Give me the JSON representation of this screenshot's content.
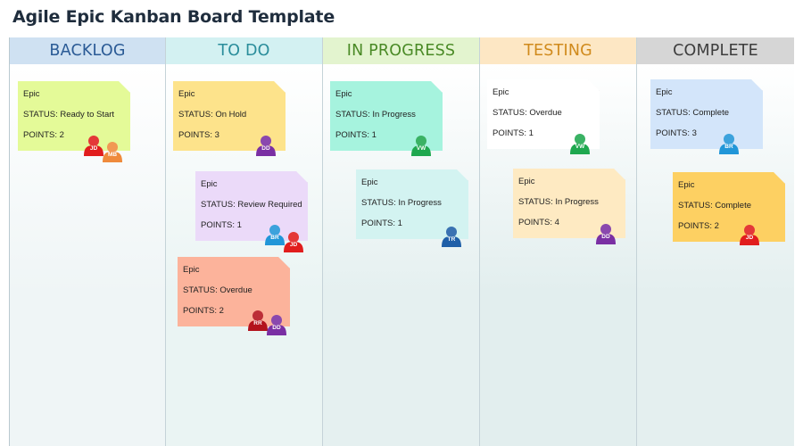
{
  "page": {
    "title": "Agile Epic Kanban Board Template"
  },
  "columns": [
    {
      "label": "BACKLOG",
      "header_bg": "#cfe1f2",
      "header_color": "#2a5a95",
      "body_bg": "#eff5f6"
    },
    {
      "label": "TO DO",
      "header_bg": "#d3f1f2",
      "header_color": "#2a8d9b",
      "body_bg": "#eaf4f3"
    },
    {
      "label": "IN PROGRESS",
      "header_bg": "#e3f4cf",
      "header_color": "#4a8a26",
      "body_bg": "#e5f0f0"
    },
    {
      "label": "TESTING",
      "header_bg": "#fde7c4",
      "header_color": "#d08a1c",
      "body_bg": "#e2eeee"
    },
    {
      "label": "COMPLETE",
      "header_bg": "#d6d6d6",
      "header_color": "#3d3d3d",
      "body_bg": "#e4efef"
    }
  ],
  "cards": [
    {
      "column": 0,
      "title": "Epic",
      "status": "STATUS: Ready to Start",
      "points": "POINTS: 2",
      "color": "#e4fa98",
      "avatars": [
        {
          "initials": "JD",
          "color": "#e11d1d"
        },
        {
          "initials": "MB",
          "color": "#ef8a3c"
        }
      ]
    },
    {
      "column": 1,
      "title": "Epic",
      "status": "STATUS: On Hold",
      "points": "POINTS: 3",
      "color": "#fde38b",
      "avatars": [
        {
          "initials": "DD",
          "color": "#7a2fa3"
        }
      ]
    },
    {
      "column": 1,
      "title": "Epic",
      "status": "STATUS: Review Required",
      "points": "POINTS: 1",
      "color": "#ebdaf9",
      "avatars": [
        {
          "initials": "BR",
          "color": "#2196d8"
        },
        {
          "initials": "JD",
          "color": "#e11d1d"
        }
      ]
    },
    {
      "column": 1,
      "title": "Epic",
      "status": "STATUS: Overdue",
      "points": "POINTS: 2",
      "color": "#fcb39b",
      "avatars": [
        {
          "initials": "RR",
          "color": "#b3121c"
        },
        {
          "initials": "DD",
          "color": "#7a2fa3"
        }
      ]
    },
    {
      "column": 2,
      "title": "Epic",
      "status": "STATUS: In Progress",
      "points": "POINTS: 1",
      "color": "#a6f3de",
      "avatars": [
        {
          "initials": "VW",
          "color": "#1fa84f"
        }
      ]
    },
    {
      "column": 2,
      "title": "Epic",
      "status": "STATUS: In Progress",
      "points": "POINTS: 1",
      "color": "#d3f3f1",
      "avatars": [
        {
          "initials": "TR",
          "color": "#1f5fa8"
        }
      ]
    },
    {
      "column": 3,
      "title": "Epic",
      "status": "STATUS: Overdue",
      "points": "POINTS: 1",
      "color": "#ffffff",
      "avatars": [
        {
          "initials": "VW",
          "color": "#1fa84f"
        }
      ]
    },
    {
      "column": 3,
      "title": "Epic",
      "status": "STATUS: In Progress",
      "points": "POINTS: 4",
      "color": "#feeac2",
      "avatars": [
        {
          "initials": "DD",
          "color": "#7a2fa3"
        }
      ]
    },
    {
      "column": 4,
      "title": "Epic",
      "status": "STATUS: Complete",
      "points": "POINTS: 3",
      "color": "#d3e5fa",
      "avatars": [
        {
          "initials": "BR",
          "color": "#2196d8"
        }
      ]
    },
    {
      "column": 4,
      "title": "Epic",
      "status": "STATUS: Complete",
      "points": "POINTS: 2",
      "color": "#fdd062",
      "avatars": [
        {
          "initials": "JD",
          "color": "#e11d1d"
        }
      ]
    }
  ]
}
